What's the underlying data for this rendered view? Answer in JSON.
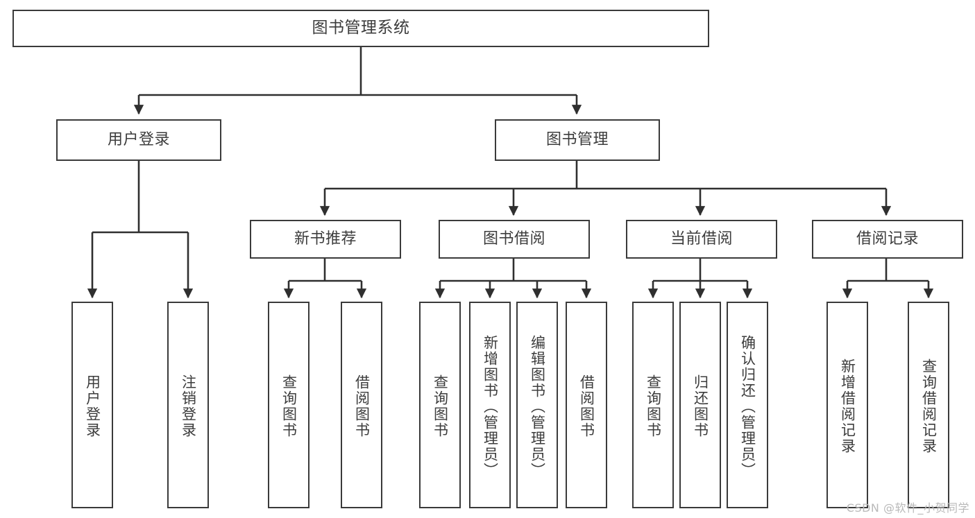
{
  "diagram": {
    "title": "图书管理系统",
    "type": "tree-hierarchy-diagram",
    "colors": {
      "box_border": "#3a3a3a",
      "box_fill": "#ffffff",
      "text": "#3c3c3c",
      "edge": "#2f2f2f",
      "watermark": "#b9b9b9",
      "background": "#ffffff"
    },
    "root": {
      "label": "图书管理系统"
    },
    "level2": [
      {
        "label": "用户登录"
      },
      {
        "label": "图书管理"
      }
    ],
    "level3": [
      {
        "label": "新书推荐"
      },
      {
        "label": "图书借阅"
      },
      {
        "label": "当前借阅"
      },
      {
        "label": "借阅记录"
      }
    ],
    "leaves": {
      "user_login": [
        {
          "label": "用户登录"
        },
        {
          "label": "注销登录"
        }
      ],
      "new_book_recommend": [
        {
          "label": "查询图书"
        },
        {
          "label": "借阅图书"
        }
      ],
      "book_borrow": [
        {
          "label": "查询图书"
        },
        {
          "label": "新增图书（管理员）"
        },
        {
          "label": "编辑图书（管理员）"
        },
        {
          "label": "借阅图书"
        }
      ],
      "current_borrow": [
        {
          "label": "查询图书"
        },
        {
          "label": "归还图书"
        },
        {
          "label": "确认归还（管理员）"
        }
      ],
      "borrow_record": [
        {
          "label": "新增借阅记录"
        },
        {
          "label": "查询借阅记录"
        }
      ]
    },
    "watermark": "CSDN @软件_小贺同学"
  }
}
